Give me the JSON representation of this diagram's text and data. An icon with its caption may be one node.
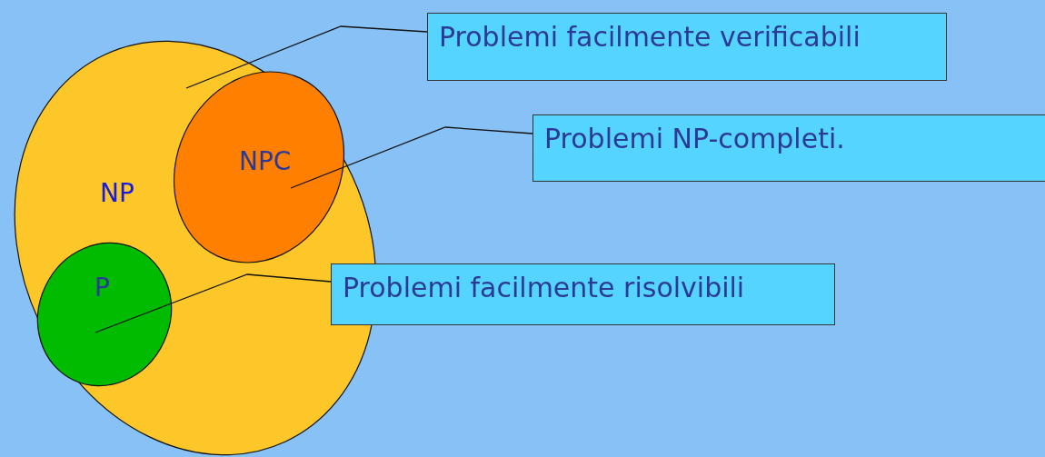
{
  "diagram": {
    "nodes": [
      {
        "text": [
          "NP"
        ]
      },
      {
        "text": [
          "NPC"
        ],
        "in": 0
      },
      {
        "text": [
          "P"
        ],
        "in": 0
      },
      {
        "text": [
          "Problemi facilmente verificabili"
        ]
      },
      {
        "text": [
          "Problemi NP-completi."
        ]
      },
      {
        "text": [
          "Problemi facilmente risolvibili"
        ]
      }
    ],
    "edges": [
      {
        "from": 3,
        "to": 0,
        "arrow": "none"
      },
      {
        "from": 4,
        "to": 1,
        "arrow": "none"
      },
      {
        "from": 5,
        "to": 2,
        "arrow": "none"
      }
    ]
  }
}
